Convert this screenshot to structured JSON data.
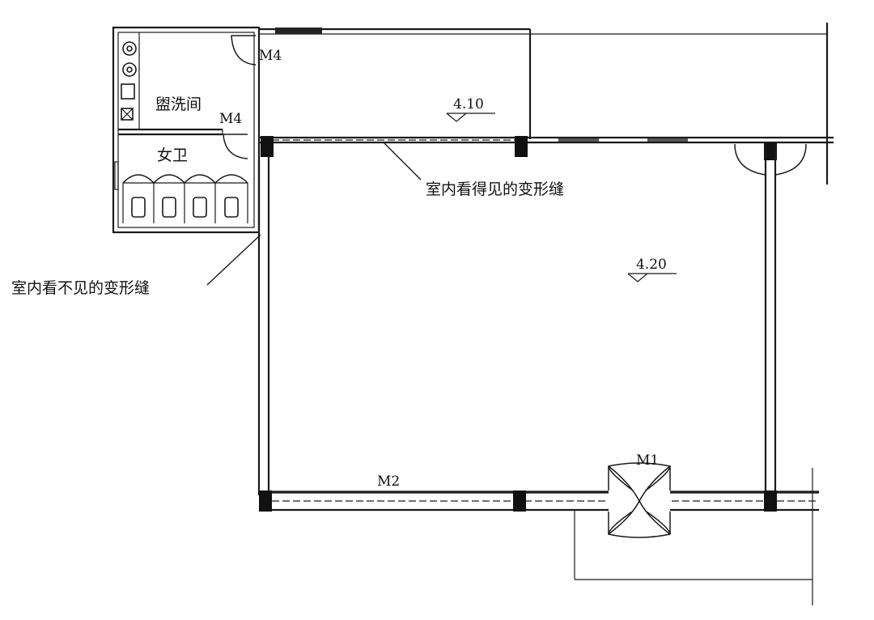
{
  "rooms": {
    "washroom": "盥洗间",
    "womens_toilet": "女卫"
  },
  "doors": {
    "m4_upper": "M4",
    "m4_lower": "M4",
    "m1": "M1",
    "m2": "M2"
  },
  "elevations": {
    "upper": "4.10",
    "main": "4.20"
  },
  "annotations": {
    "visible_joint": "室内看得见的变形缝",
    "hidden_joint": "室内看不见的变形缝"
  }
}
